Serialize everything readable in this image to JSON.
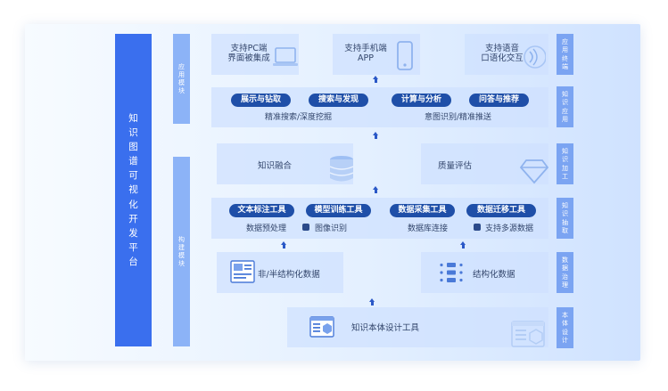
{
  "colors": {
    "primary": "#3a6fee",
    "pill": "#1f4fa8",
    "label": "#7ba4f2",
    "box": "#cee1ff"
  },
  "main_title": [
    "知",
    "识",
    "图",
    "谱",
    "可",
    "视",
    "化",
    "开",
    "发",
    "平",
    "台"
  ],
  "groups": {
    "app": [
      "应",
      "用",
      "模",
      "块"
    ],
    "build": [
      "构",
      "建",
      "模",
      "块"
    ]
  },
  "layers": {
    "terminal": [
      "应",
      "用",
      "终",
      "端"
    ],
    "knowledge_app": [
      "知",
      "识",
      "应",
      "用"
    ],
    "knowledge_process": [
      "知",
      "识",
      "加",
      "工"
    ],
    "knowledge_extract": [
      "知",
      "识",
      "抽",
      "取"
    ],
    "data_governance": [
      "数",
      "据",
      "治",
      "理"
    ],
    "ontology_design": [
      "本",
      "体",
      "设",
      "计"
    ]
  },
  "terminals": {
    "pc": [
      "支持PC端",
      "界面被集成"
    ],
    "mobile": [
      "支持手机端",
      "APP"
    ],
    "voice": [
      "支持语音",
      "口语化交互"
    ]
  },
  "knowledge_app": {
    "pills": [
      "展示与钻取",
      "搜索与发现",
      "计算与分析",
      "问答与推荐"
    ],
    "left_caption": "精准搜索/深度挖掘",
    "right_caption": "意图识别/精准推送"
  },
  "knowledge_process": {
    "fusion": "知识融合",
    "quality": "质量评估"
  },
  "knowledge_extract": {
    "pills": [
      "文本标注工具",
      "模型训练工具",
      "数据采集工具",
      "数据迁移工具"
    ],
    "sub_items": [
      "数据预处理",
      "图像识别",
      "数据库连接",
      "支持多源数据"
    ]
  },
  "data_governance": {
    "unstructured": "非/半结构化数据",
    "structured": "结构化数据"
  },
  "ontology": {
    "tool": "知识本体设计工具"
  },
  "icons": [
    "laptop-icon",
    "phone-icon",
    "voice-icon",
    "database-icon",
    "diamond-icon",
    "document-image-icon",
    "network-icon",
    "ontology-tool-icon"
  ]
}
